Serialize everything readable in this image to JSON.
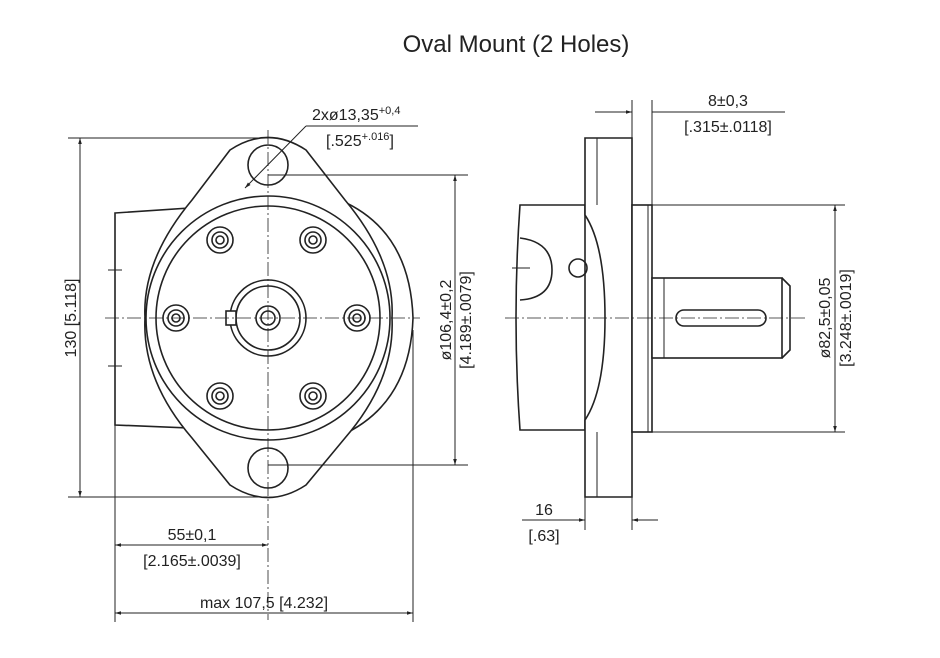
{
  "title": "Oval Mount (2 Holes)",
  "front_view": {
    "hole_dim": {
      "main": "2xø13,35",
      "main_tol": "+0,4",
      "imperial": "[.525",
      "imperial_tol": "+.016",
      "imperial_close": "]"
    },
    "height_dim": "130 [5.118]",
    "pilot_dim": {
      "main": "ø106,4±0,2",
      "imperial": "[4.189±.0079]"
    },
    "offset_dim": {
      "main": "55±0,1",
      "imperial": "[2.165±.0039]"
    },
    "width_dim": "max 107,5 [4.232]"
  },
  "side_view": {
    "pilot_depth_dim": {
      "main": "8±0,3",
      "imperial": "[.315±.0118]"
    },
    "flange_dim": {
      "main": "16",
      "imperial": "[.63]"
    },
    "pilot_dia_dim": {
      "main": "ø82,5±0,05",
      "imperial": "[3.248±.0019]"
    }
  }
}
